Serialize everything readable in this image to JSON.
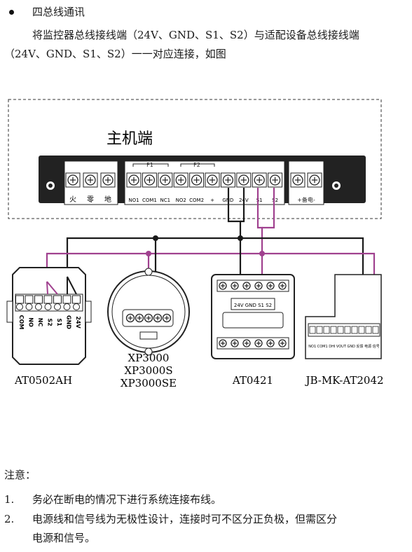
{
  "section": {
    "title": "四总线通讯",
    "line1": "将监控器总线接线端（24V、GND、S1、S2）与适配设备总线接线端",
    "line2": "（24V、GND、S1、S2）一一对应连接，如图"
  },
  "host": {
    "title": "主机端",
    "left_terminals": [
      "火",
      "零",
      "地"
    ],
    "group_f1": "F1",
    "group_f2": "F2",
    "main_terminals": [
      "NO1",
      "COM1",
      "NC1",
      "NO2",
      "COM2",
      "+",
      "GND",
      "24V",
      "S1",
      "S2"
    ],
    "backup": "+备电-"
  },
  "devices": {
    "at0502ah": {
      "name": "AT0502AH",
      "terminals": [
        "COM",
        "NO",
        "NC",
        "S2",
        "S1",
        "GND",
        "24V"
      ]
    },
    "xp3000": {
      "names": [
        "XP3000",
        "XP3000S",
        "XP3000SE"
      ]
    },
    "at0421": {
      "name": "AT0421",
      "terminals": "24V GND S1 S2"
    },
    "jb": {
      "name": "JB-MK-AT2042",
      "terminals": "NO1 COM1 DHI VOUT GND 反馈 电源 信号"
    }
  },
  "notes": {
    "heading": "注意：",
    "items": [
      {
        "num": "1.",
        "text": "务必在断电的情况下进行系统连接布线。"
      },
      {
        "num": "2.",
        "text": "电源线和信号线为无极性设计，连接时可不区分正负极，但需区分"
      }
    ],
    "item2_cont": "电源和信号。"
  },
  "colors": {
    "power_wire": "#1a1a1a",
    "signal_wire": "#a0418f"
  }
}
